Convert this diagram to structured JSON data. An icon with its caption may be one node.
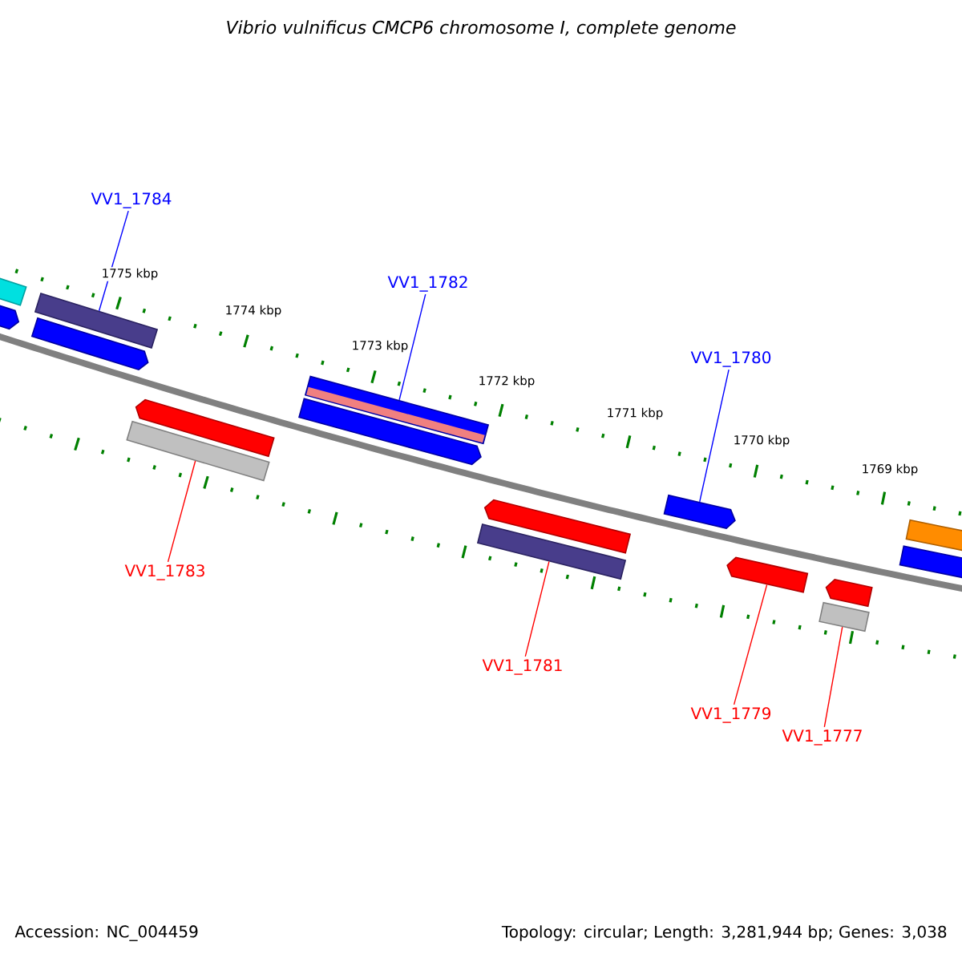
{
  "diagram": {
    "title": "Vibrio vulnificus CMCP6 chromosome I, complete genome",
    "nodes": [
      {
        "text": [
          "VV1_1784"
        ]
      },
      {
        "text": [
          "VV1_1782"
        ]
      },
      {
        "text": [
          "VV1_1780"
        ]
      },
      {
        "text": [
          "VV1_1783"
        ]
      },
      {
        "text": [
          "VV1_1781"
        ]
      },
      {
        "text": [
          "VV1_1779"
        ]
      },
      {
        "text": [
          "VV1_1777"
        ]
      },
      {
        "text": [],
        "shape": "bar"
      },
      {
        "text": [],
        "shape": "bar"
      },
      {
        "text": [],
        "shape": "bar"
      },
      {
        "text": [],
        "shape": "bar"
      },
      {
        "text": [],
        "shape": "bar"
      },
      {
        "text": [],
        "shape": "bar"
      },
      {
        "text": [],
        "shape": "bar"
      },
      {
        "text": [],
        "shape": "bar"
      },
      {
        "text": [],
        "shape": "bar"
      },
      {
        "text": [],
        "shape": "bar"
      },
      {
        "text": [],
        "shape": "bar"
      },
      {
        "text": [],
        "shape": "bar"
      },
      {
        "text": [],
        "shape": "bar"
      },
      {
        "text": [],
        "shape": "bar"
      },
      {
        "text": [],
        "shape": "bar"
      },
      {
        "text": [],
        "shape": "bar"
      }
    ],
    "edges": [
      {
        "from": 0,
        "to": 7,
        "arrow": "none",
        "color": "#0000ff"
      },
      {
        "from": 1,
        "to": 8,
        "arrow": "none",
        "color": "#0000ff"
      },
      {
        "from": 2,
        "to": 9,
        "arrow": "none",
        "color": "#0000ff"
      },
      {
        "from": 3,
        "to": 10,
        "arrow": "none"
      },
      {
        "from": 4,
        "to": 11,
        "arrow": "none"
      },
      {
        "from": 5,
        "to": 12,
        "arrow": "none"
      },
      {
        "from": 6,
        "to": 13,
        "arrow": "none"
      }
    ],
    "labels": [
      "1775 kbp",
      "1774 kbp",
      "1773 kbp",
      "1772 kbp",
      "1771 kbp",
      "1770 kbp",
      "1769 kbp",
      "Accession: NC_004459",
      "Topology: circular; Length: 3,281,944 bp; Genes: 3,038"
    ]
  }
}
